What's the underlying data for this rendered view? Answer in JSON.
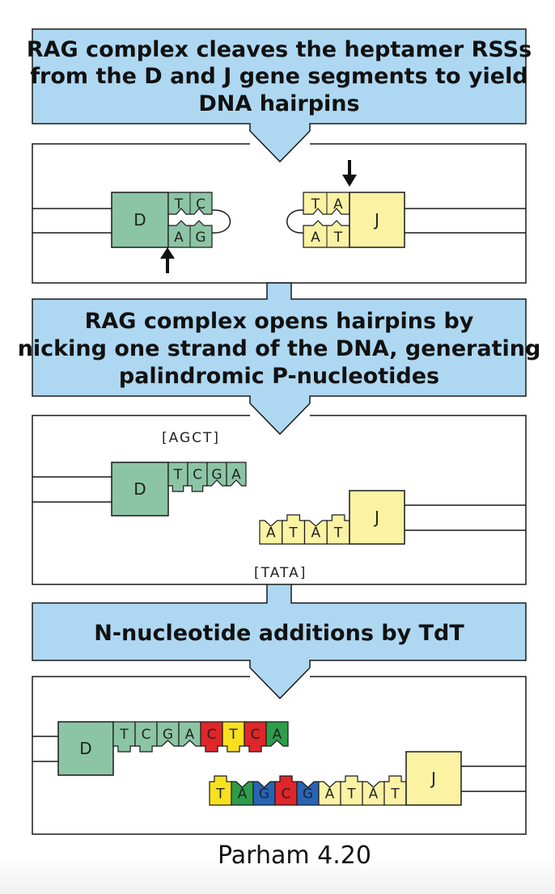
{
  "colors": {
    "banner_fill": "#aed8f2",
    "segment_D": "#8cc5a5",
    "segment_J": "#fbf2a4",
    "nuc_red": "#e0262a",
    "nuc_green": "#2e9d49",
    "nuc_blue": "#2764b5",
    "nuc_yellow": "#f7e11e"
  },
  "steps": [
    {
      "banner": [
        "RAG complex cleaves the heptamer RSSs",
        "from the D and J gene segments to yield",
        "DNA hairpins"
      ],
      "segments": {
        "D": "D",
        "J": "J"
      },
      "d_hairpin": {
        "top": [
          "T",
          "C"
        ],
        "bottom": [
          "A",
          "G"
        ]
      },
      "j_hairpin": {
        "top": [
          "T",
          "A"
        ],
        "bottom": [
          "A",
          "T"
        ]
      }
    },
    {
      "banner": [
        "RAG complex opens hairpins by",
        "nicking one strand of the DNA, generating",
        "palindromic P-nucleotides"
      ],
      "segments": {
        "D": "D",
        "J": "J"
      },
      "d_bracket": "[AGCT]",
      "j_bracket": "[TATA]",
      "d_strand": [
        "T",
        "C",
        "G",
        "A"
      ],
      "j_strand": [
        "A",
        "T",
        "A",
        "T"
      ]
    },
    {
      "banner": [
        "N-nucleotide additions by TdT"
      ],
      "segments": {
        "D": "D",
        "J": "J"
      },
      "d_strand": [
        "T",
        "C",
        "G",
        "A",
        "C",
        "T",
        "C",
        "A"
      ],
      "j_strand": [
        "T",
        "A",
        "G",
        "C",
        "G",
        "A",
        "T",
        "A",
        "T"
      ]
    }
  ],
  "caption": "Parham 4.20"
}
